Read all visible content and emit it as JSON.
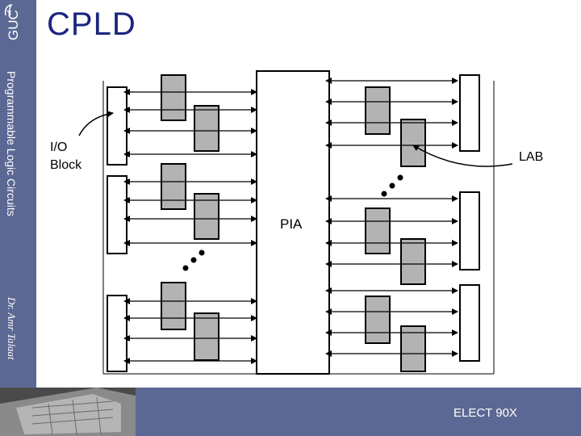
{
  "slide": {
    "title": "CPLD",
    "subject": "Programmable Logic Circuits",
    "author": "Dr. Amr Talaat",
    "footer": "ELECT 90X",
    "logo_text": "GUC"
  },
  "diagram": {
    "center_label": "PIA",
    "io_label_line1": "I/O",
    "io_label_line2": "Block",
    "lab_label": "LAB"
  },
  "colors": {
    "sidebar": "#5b6893",
    "title": "#1a2580",
    "block_fill": "#b3b3b3"
  }
}
